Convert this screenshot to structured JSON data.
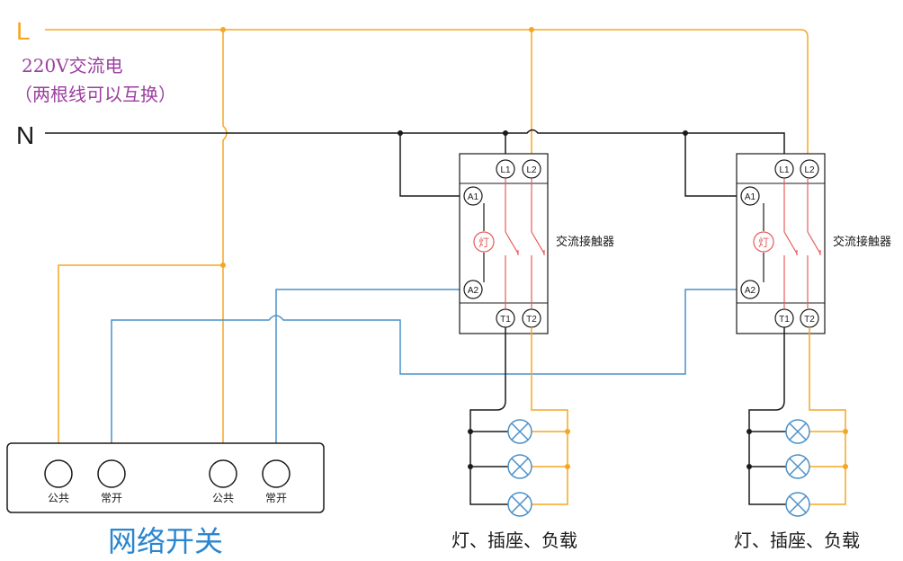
{
  "labels": {
    "line": "L",
    "neutral": "N",
    "supply_line1": "220V交流电",
    "supply_line2": "（两根线可以互换）",
    "network_switch": "网络开关",
    "common1": "公共",
    "no1": "常开",
    "common2": "公共",
    "no2": "常开"
  },
  "contactors": [
    {
      "name": "交流接触器",
      "coil": "灯",
      "terminals": {
        "l1": "L1",
        "l2": "L2",
        "a1": "A1",
        "a2": "A2",
        "t1": "T1",
        "t2": "T2"
      },
      "load_label": "灯、插座、负载"
    },
    {
      "name": "交流接触器",
      "coil": "灯",
      "terminals": {
        "l1": "L1",
        "l2": "L2",
        "a1": "A1",
        "a2": "A2",
        "t1": "T1",
        "t2": "T2"
      },
      "load_label": "灯、插座、负载"
    }
  ],
  "colors": {
    "line_wire": "#F5A623",
    "neutral_wire": "#1a1a1a",
    "control_wire": "#4A90C8",
    "contact": "#E85A5A",
    "supply_text": "#9B3FA0",
    "switch_title": "#2A86D0",
    "lamp": "#4A90C8"
  }
}
